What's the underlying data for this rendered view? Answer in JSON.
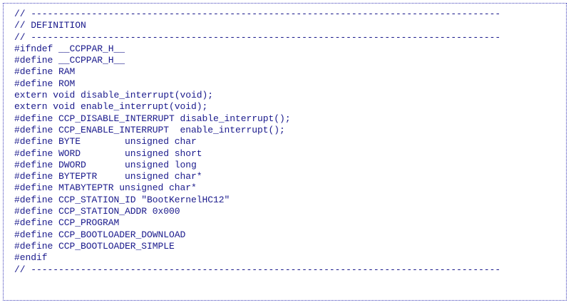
{
  "code": {
    "lines": [
      "// -------------------------------------------------------------------------------------",
      "// DEFINITION",
      "// -------------------------------------------------------------------------------------",
      "#ifndef __CCPPAR_H__",
      "#define __CCPPAR_H__",
      "#define RAM",
      "#define ROM",
      "extern void disable_interrupt(void);",
      "extern void enable_interrupt(void);",
      "#define CCP_DISABLE_INTERRUPT disable_interrupt();",
      "#define CCP_ENABLE_INTERRUPT  enable_interrupt();",
      "#define BYTE        unsigned char",
      "#define WORD        unsigned short",
      "#define DWORD       unsigned long",
      "#define BYTEPTR     unsigned char*",
      "#define MTABYTEPTR unsigned char*",
      "#define CCP_STATION_ID \"BootKernelHC12\"",
      "#define CCP_STATION_ADDR 0x000",
      "#define CCP_PROGRAM",
      "#define CCP_BOOTLOADER_DOWNLOAD",
      "#define CCP_BOOTLOADER_SIMPLE",
      "#endif",
      "// -------------------------------------------------------------------------------------"
    ]
  },
  "colors": {
    "text": "#1a1a8c",
    "border": "#3b3bb8",
    "background": "#ffffff"
  }
}
